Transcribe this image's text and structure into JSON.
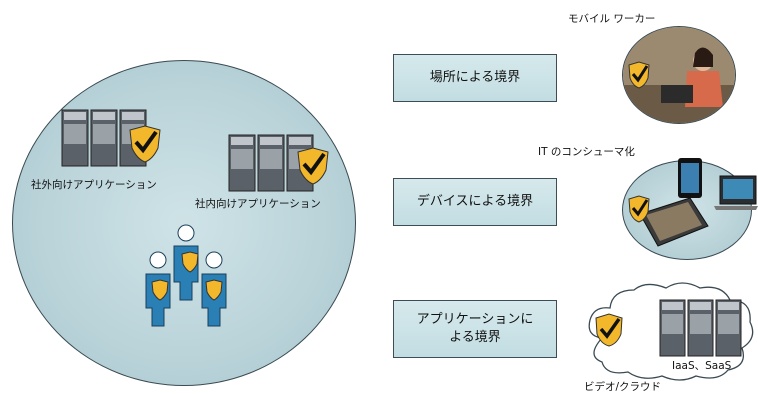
{
  "left": {
    "external_app_label": "社外向けアプリケーション",
    "internal_app_label": "社内向けアプリケーション"
  },
  "boxes": {
    "location": "場所による境界",
    "device": "デバイスによる境界",
    "application": "アプリケーションによる境界"
  },
  "captions": {
    "mobile_worker": "モバイル ワーカー",
    "consumerization": "IT のコンシューマ化",
    "cloud_services": "IaaS、SaaS",
    "video_cloud": "ビデオ/クラウド"
  },
  "colors": {
    "circle_fill": "#b9d3d9",
    "box_fill": "#cbe2e6",
    "person_blue": "#2a7fb4",
    "shield_yellow": "#f2b72a"
  }
}
